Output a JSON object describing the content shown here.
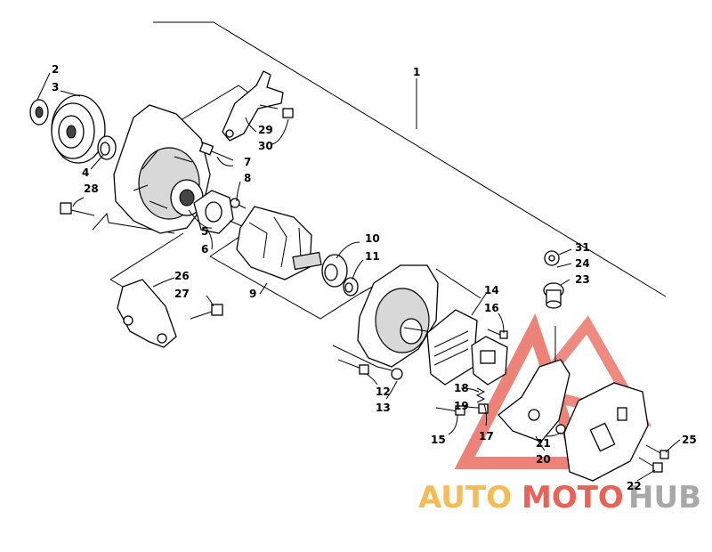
{
  "callouts": [
    "1",
    "2",
    "3",
    "4",
    "5",
    "6",
    "7",
    "8",
    "9",
    "10",
    "11",
    "12",
    "13",
    "14",
    "15",
    "16",
    "17",
    "18",
    "19",
    "20",
    "21",
    "22",
    "23",
    "24",
    "25",
    "26",
    "27",
    "28",
    "29",
    "30",
    "31"
  ],
  "watermark": {
    "part1": "AUTO",
    "part2": "MOTO",
    "part3": "HUB"
  },
  "colors": {
    "watermark_red": "#e5483a",
    "watermark_orange": "#f4b03a",
    "watermark_gray": "#9a9a9a"
  }
}
